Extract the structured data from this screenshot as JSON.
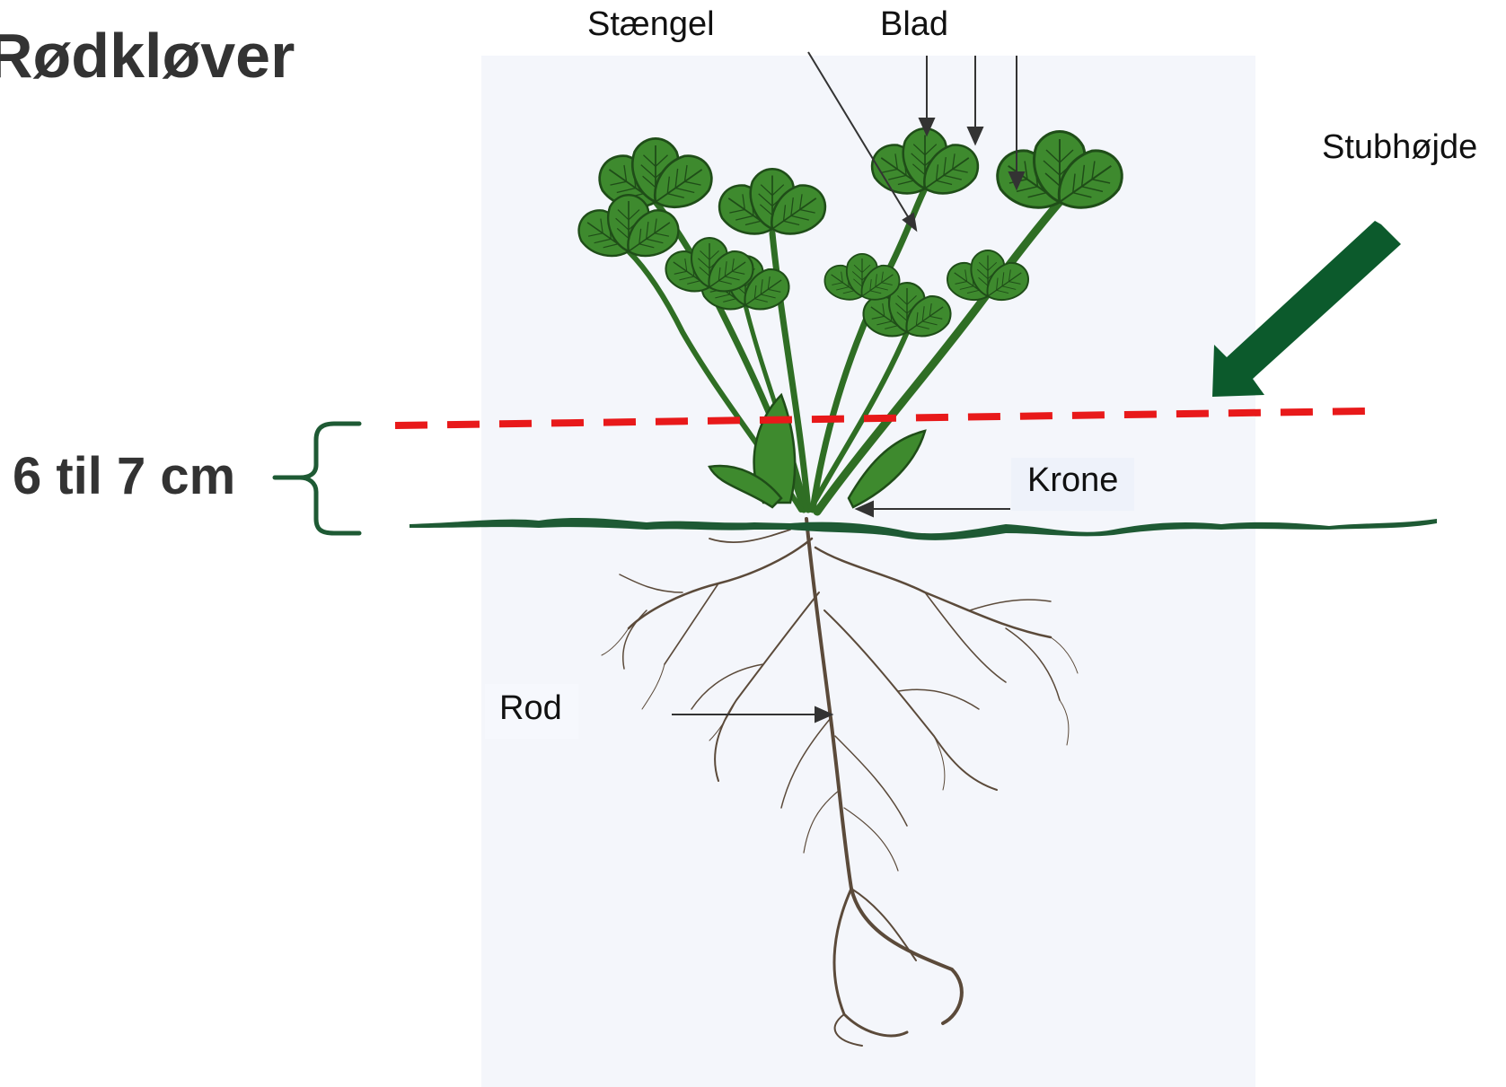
{
  "title": "Rødkløver",
  "labels": {
    "stem": "Stængel",
    "leaf": "Blad",
    "stubble_height": "Stubhøjde",
    "crown": "Krone",
    "root": "Rod",
    "cut_height": "6 til 7 cm"
  },
  "colors": {
    "leaf_green": "#3e8a2e",
    "leaf_dark": "#1f4d18",
    "ground_green": "#1e5a34",
    "arrow_green": "#0c5a2c",
    "cut_line_red": "#e8191a",
    "bracket_green": "#1e5a34",
    "title_text": "#333333",
    "root_brown": "#5b4a3a"
  }
}
